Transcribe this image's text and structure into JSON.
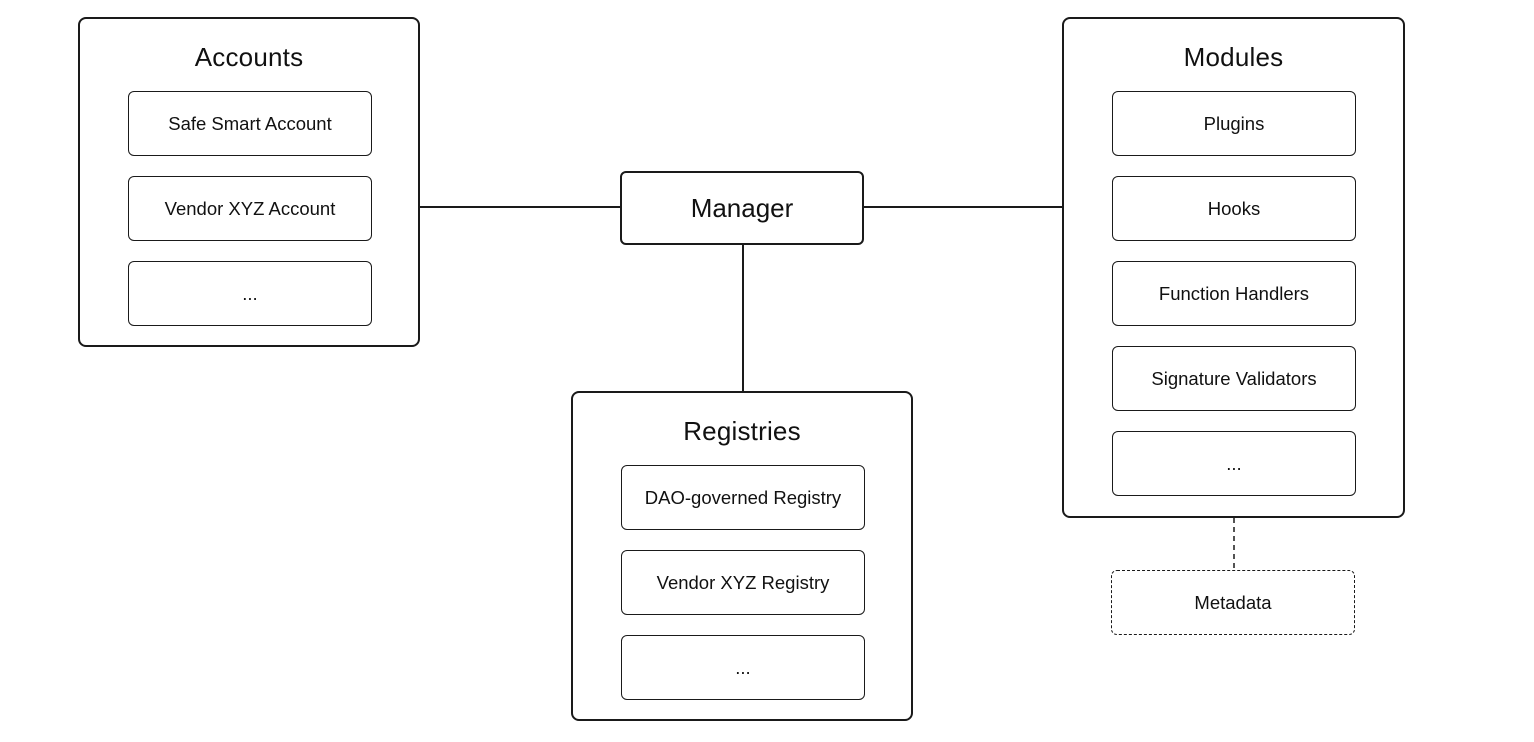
{
  "manager": {
    "label": "Manager"
  },
  "accounts": {
    "title": "Accounts",
    "items": [
      "Safe Smart Account",
      "Vendor XYZ Account",
      "..."
    ]
  },
  "modules": {
    "title": "Modules",
    "items": [
      "Plugins",
      "Hooks",
      "Function Handlers",
      "Signature Validators",
      "..."
    ]
  },
  "registries": {
    "title": "Registries",
    "items": [
      "DAO-governed Registry",
      "Vendor XYZ Registry",
      "..."
    ]
  },
  "metadata": {
    "label": "Metadata"
  },
  "colors": {
    "stroke": "#1a1a1a",
    "background": "#ffffff",
    "text": "#111111"
  }
}
